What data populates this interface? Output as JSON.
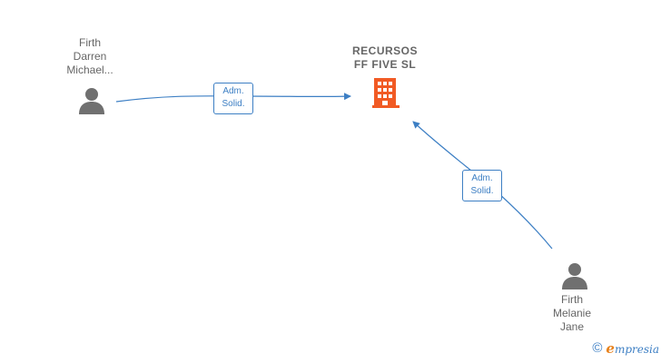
{
  "nodes": {
    "person_darren": {
      "label": "Firth\nDarren\nMichael..."
    },
    "company": {
      "label": "RECURSOS\nFF FIVE  SL"
    },
    "person_melanie": {
      "label": "Firth\nMelanie\nJane"
    }
  },
  "edges": [
    {
      "from": "person_darren",
      "to": "company",
      "label": "Adm.\nSolid."
    },
    {
      "from": "person_melanie",
      "to": "company",
      "label": "Adm.\nSolid."
    }
  ],
  "watermark": {
    "copyright": "©",
    "brand_first": "e",
    "brand_rest": "mpresia"
  },
  "colors": {
    "edge": "#3d7fc4",
    "company_icon": "#f15a24",
    "person_icon": "#707070",
    "label": "#666666"
  }
}
